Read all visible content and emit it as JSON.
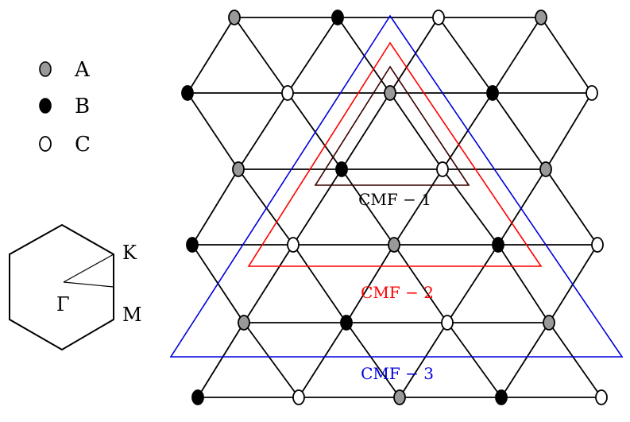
{
  "legend": {
    "items": [
      {
        "key": "A",
        "label": "A",
        "fill": "#999999"
      },
      {
        "key": "B",
        "label": "B",
        "fill": "#000000"
      },
      {
        "key": "C",
        "label": "C",
        "fill": "#ffffff"
      }
    ]
  },
  "brillouin_zone": {
    "points": {
      "gamma": "Γ",
      "k": "K",
      "m": "M"
    }
  },
  "clusters": [
    {
      "id": "cmf-1",
      "label": "CMF − 1",
      "color": "#3a0000",
      "label_color": "#000000"
    },
    {
      "id": "cmf-2",
      "label": "CMF − 2",
      "color": "#ff0000",
      "label_color": "#ff0000"
    },
    {
      "id": "cmf-3",
      "label": "CMF − 3",
      "color": "#0000dd",
      "label_color": "#0000dd"
    }
  ],
  "lattice": {
    "rows": [
      [
        "A",
        "B",
        "C",
        "A"
      ],
      [
        "B",
        "C",
        "A",
        "B",
        "C"
      ],
      [
        "A",
        "B",
        "C",
        "A"
      ],
      [
        "B",
        "C",
        "A",
        "B",
        "C"
      ],
      [
        "A",
        "B",
        "C",
        "A"
      ],
      [
        "B",
        "C",
        "A",
        "B",
        "C"
      ]
    ]
  },
  "colors": {
    "line": "#000000",
    "site_a": "#999999",
    "site_b": "#000000",
    "site_c": "#ffffff"
  }
}
